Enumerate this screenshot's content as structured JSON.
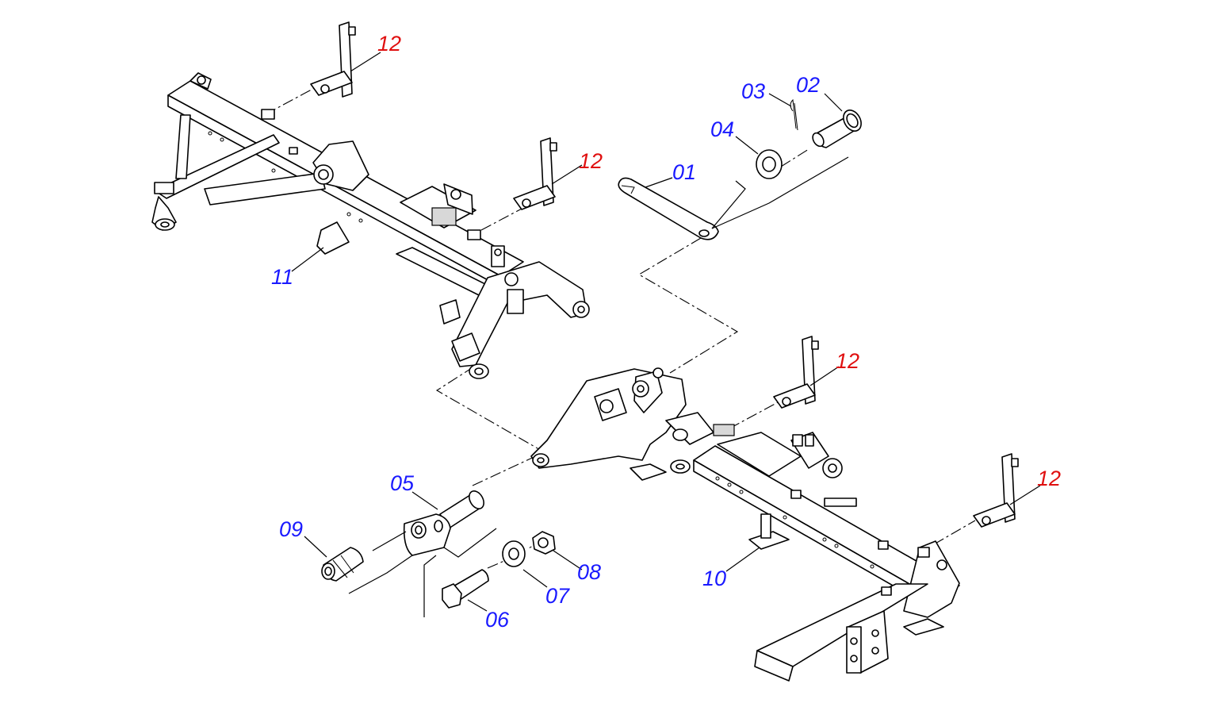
{
  "colors": {
    "primary_callout": "#1a1aff",
    "accessory_callout": "#e01010",
    "linework": "#000000",
    "background": "#ffffff"
  },
  "parts": [
    {
      "id": "01",
      "label": "01",
      "color": "blue"
    },
    {
      "id": "02",
      "label": "02",
      "color": "blue"
    },
    {
      "id": "03",
      "label": "03",
      "color": "blue"
    },
    {
      "id": "04",
      "label": "04",
      "color": "blue"
    },
    {
      "id": "05",
      "label": "05",
      "color": "blue"
    },
    {
      "id": "06",
      "label": "06",
      "color": "blue"
    },
    {
      "id": "07",
      "label": "07",
      "color": "blue"
    },
    {
      "id": "08",
      "label": "08",
      "color": "blue"
    },
    {
      "id": "09",
      "label": "09",
      "color": "blue"
    },
    {
      "id": "10",
      "label": "10",
      "color": "blue"
    },
    {
      "id": "11",
      "label": "11",
      "color": "blue"
    },
    {
      "id": "12a",
      "label": "12",
      "color": "red"
    },
    {
      "id": "12b",
      "label": "12",
      "color": "red"
    },
    {
      "id": "12c",
      "label": "12",
      "color": "red"
    },
    {
      "id": "12d",
      "label": "12",
      "color": "red"
    }
  ]
}
